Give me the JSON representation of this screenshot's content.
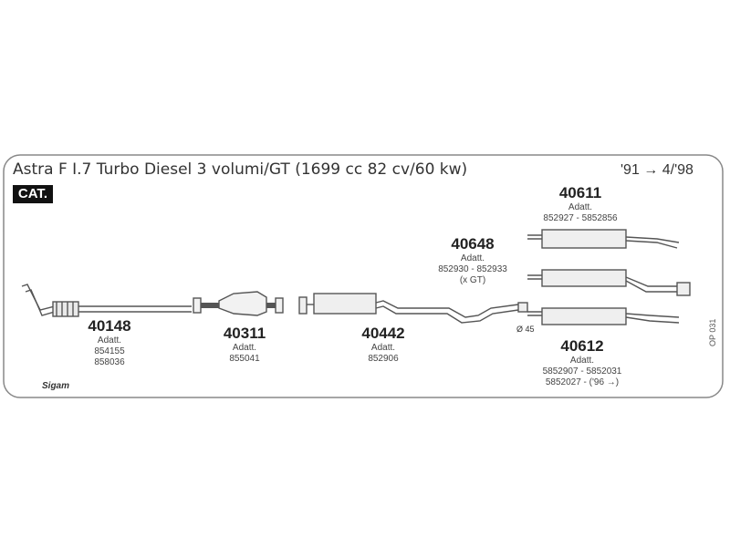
{
  "header": {
    "title": "Astra F I.7 Turbo Diesel 3 volumi/GT (1699 cc 82 cv/60 kw)",
    "years": "'91 → 4/'98",
    "badge": "CAT."
  },
  "parts": [
    {
      "code": "40148",
      "label": "Adatt.",
      "refs": [
        "854155",
        "858036"
      ]
    },
    {
      "code": "40311",
      "label": "Adatt.",
      "refs": [
        "855041"
      ]
    },
    {
      "code": "40442",
      "label": "Adatt.",
      "refs": [
        "852906"
      ]
    },
    {
      "code": "40648",
      "label": "Adatt.",
      "refs": [
        "852930 - 852933",
        "(x GT)"
      ]
    },
    {
      "code": "40611",
      "label": "Adatt.",
      "refs": [
        "852927 - 5852856"
      ]
    },
    {
      "code": "40612",
      "label": "Adatt.",
      "refs": [
        "5852907 - 5852031",
        "5852027 - ('96 →)"
      ]
    }
  ],
  "diameter_label": "Ø 45",
  "page_ref": "OP 031",
  "brand": "Sigam",
  "colors": {
    "line": "#555555",
    "border": "#888888",
    "badge": "#111111"
  }
}
